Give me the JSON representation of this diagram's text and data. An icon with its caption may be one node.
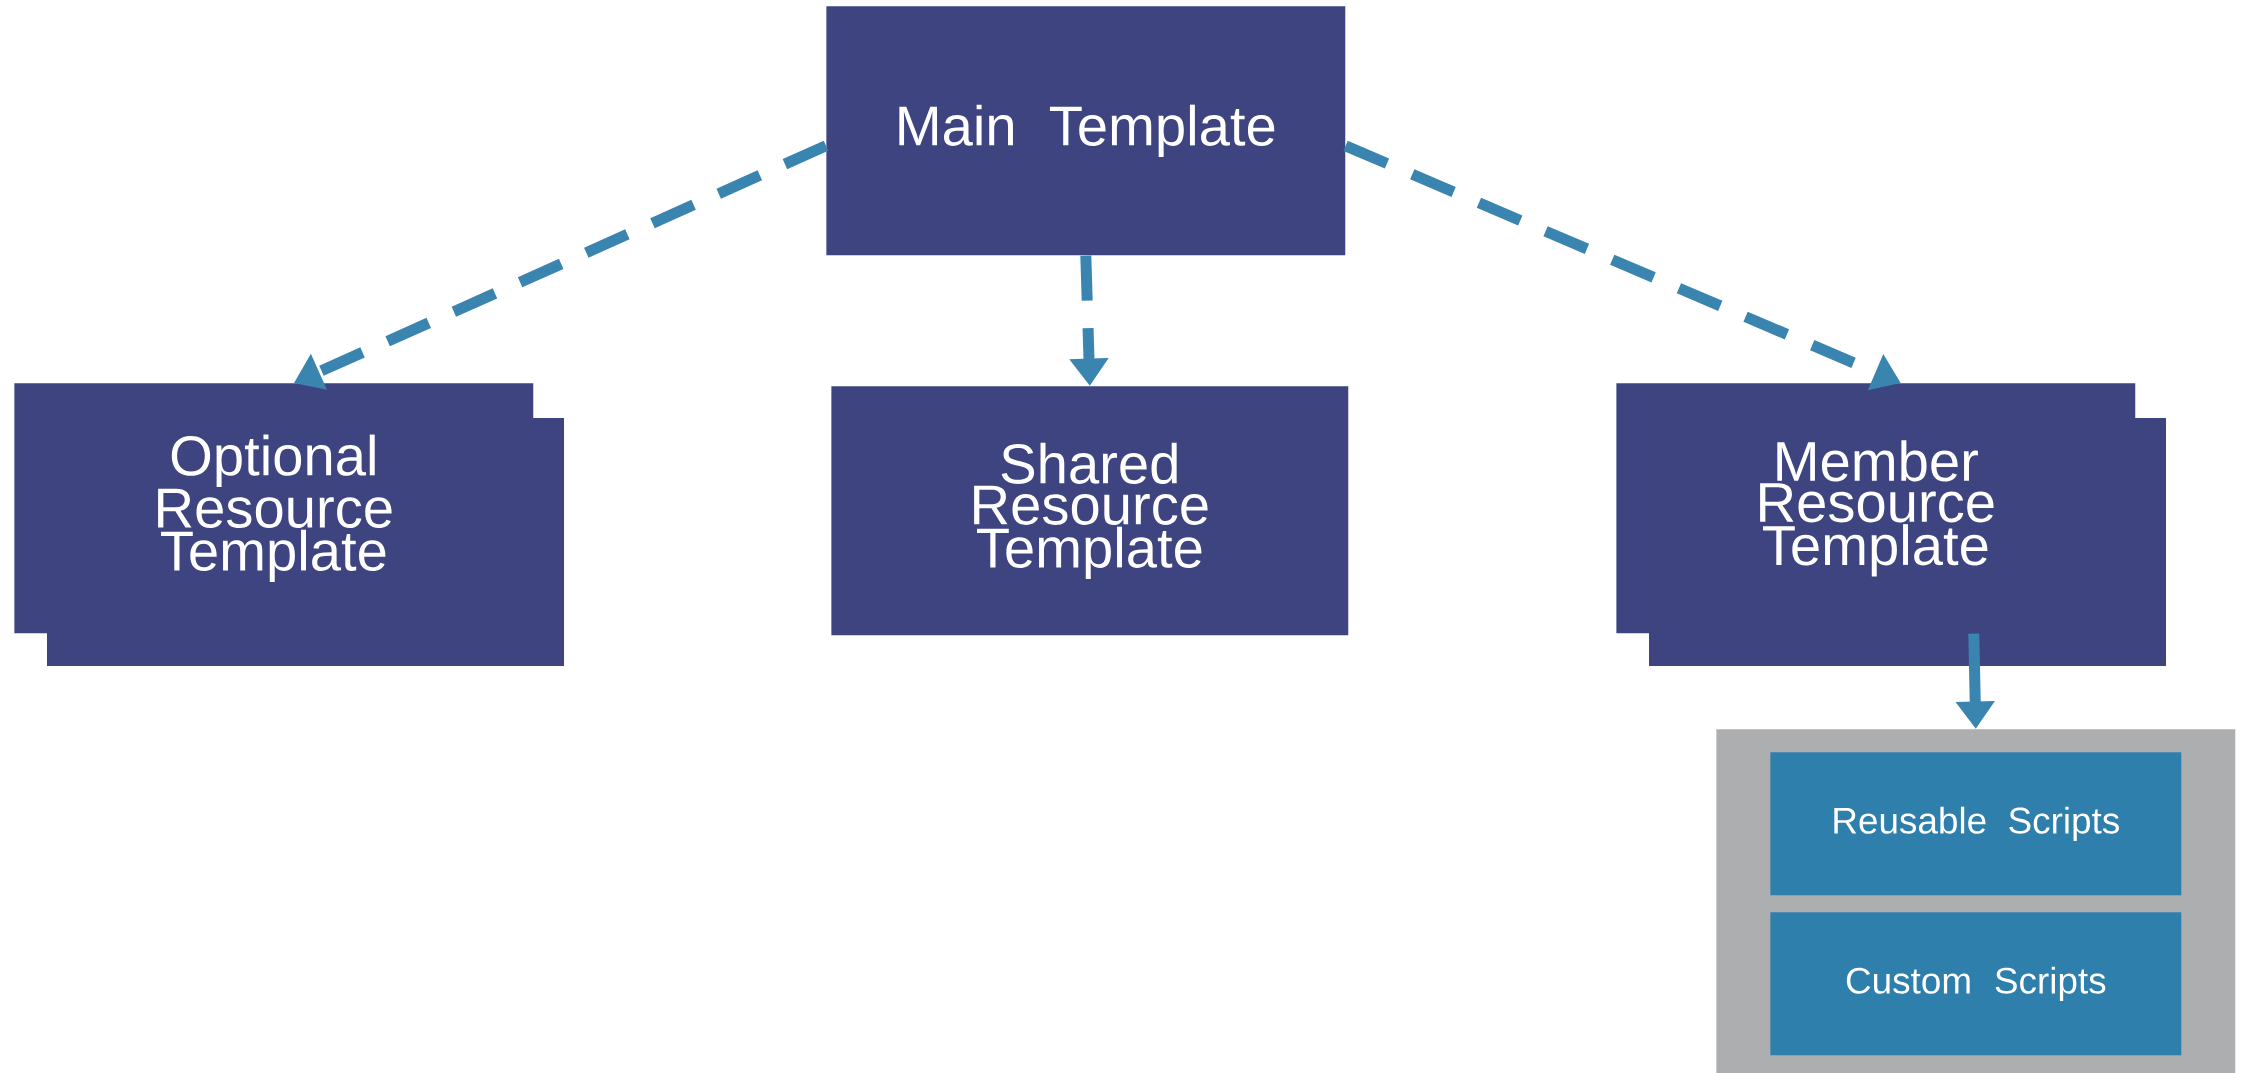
{
  "diagram": {
    "nodes": [
      {
        "text": [
          "Main Template"
        ]
      },
      {
        "text": [
          "Optional Resource Template"
        ]
      },
      {
        "text": [
          "Shared Resource Template"
        ]
      },
      {
        "text": [
          "Member Resource Template"
        ]
      },
      {
        "text": [],
        "shape": "box"
      },
      {
        "text": [
          "Reusable Scripts"
        ],
        "in": 4
      },
      {
        "text": [
          "Custom Scripts"
        ],
        "in": 4
      }
    ],
    "edges": [
      {
        "from": 0,
        "to": 1,
        "arrow": "to",
        "style": "dashed"
      },
      {
        "from": 0,
        "to": 2,
        "arrow": "to",
        "style": "dashed"
      },
      {
        "from": 0,
        "to": 3,
        "arrow": "to",
        "style": "dashed"
      },
      {
        "from": 3,
        "to": 4,
        "arrow": "to"
      }
    ]
  }
}
